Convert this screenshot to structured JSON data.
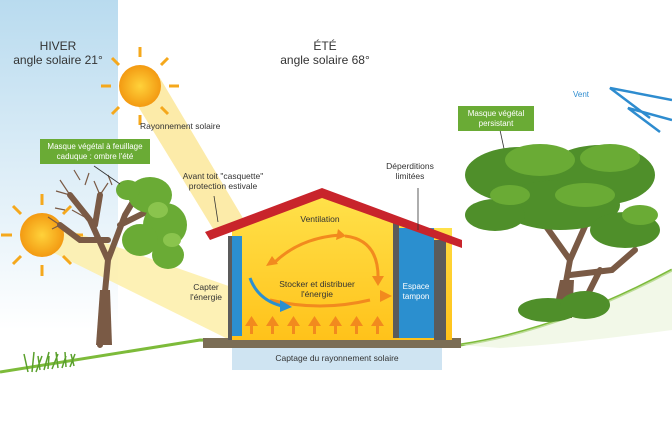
{
  "winter": {
    "title": "HIVER",
    "subtitle": "angle solaire 21°"
  },
  "summer": {
    "title": "ÉTÉ",
    "subtitle": "angle solaire 68°"
  },
  "labels": {
    "rayonnement": "Rayonnement solaire",
    "masque_caduc_1": "Masque végétal à feuillage",
    "masque_caduc_2": "caduque : ombre l'été",
    "avant_toit_1": "Avant toit \"casquette\"",
    "avant_toit_2": "protection estivale",
    "deperditions_1": "Déperditions",
    "deperditions_2": "limitées",
    "masque_persistant_1": "Masque végétal",
    "masque_persistant_2": "persistant",
    "vent": "Vent",
    "ventilation": "Ventilation",
    "capter_1": "Capter",
    "capter_2": "l'énergie",
    "stocker_1": "Stocker et distribuer",
    "stocker_2": "l'énergie",
    "espace_1": "Espace",
    "espace_2": "tampon",
    "captage": "Captage du rayonnement solaire"
  },
  "colors": {
    "sky_winter": "#cfe6f4",
    "sun": "#f5a81c",
    "beam": "#fbe89a",
    "roof": "#c8242b",
    "wall": "#5b5b5b",
    "window": "#2b8fcf",
    "interior": "#ffd21a",
    "arrow_orange": "#f28a1e",
    "tag_green": "#6aab35",
    "wind_blue": "#2e8ccf"
  },
  "icons": [
    "sun-icon",
    "deciduous-tree-icon",
    "evergreen-tree-icon",
    "wind-arrow-icon",
    "heat-arrow-icon"
  ]
}
